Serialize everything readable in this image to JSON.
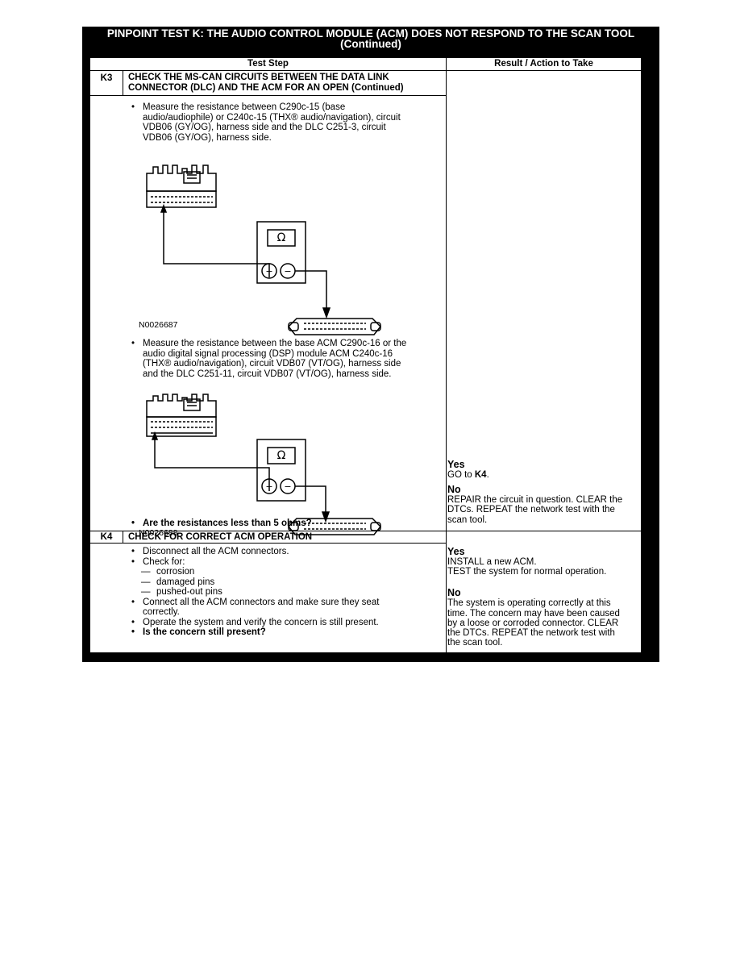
{
  "title": {
    "line1": "PINPOINT TEST  K: THE AUDIO CONTROL MODULE (ACM) DOES NOT RESPOND TO THE SCAN TOOL",
    "line2": "(Continued)"
  },
  "table": {
    "col_test_step": "Test Step",
    "col_result": "Result / Action to Take"
  },
  "k3": {
    "id": "K3",
    "heading1": "CHECK THE MS-CAN CIRCUITS BETWEEN THE DATA LINK",
    "heading2": "CONNECTOR (DLC) AND THE ACM FOR AN OPEN (Continued)",
    "bullet1": [
      "Measure the resistance between C290c-15 (base",
      "audio/audiophile) or C240c-15 (THX® audio/navigation), circuit",
      "VDB06 (GY/OG), harness side and the DLC  C251-3, circuit",
      "VDB06 (GY/OG), harness side."
    ],
    "figure1_label": "N0026687",
    "bullet2": [
      "Measure the resistance between the base ACM C290c-16 or the",
      "audio digital signal processing (DSP) module ACM C240c-16",
      "(THX® audio/navigation), circuit VDB07 (VT/OG), harness  side",
      "and the DLC C251-11, circuit VDB07 (VT/OG), harness side."
    ],
    "figure2_label": "N0026688",
    "question": "Are the resistances less than 5 ohms?",
    "meter_symbol": "Ω",
    "plus": "+",
    "minus": "−",
    "yes_label": "Yes",
    "yes_text_pre": "GO to ",
    "yes_text_ref": "K4",
    "yes_text_post": ".",
    "no_label": "No",
    "no_text": [
      "REPAIR the circuit in question. CLEAR the",
      "DTCs. REPEAT the network test with the",
      "scan tool."
    ]
  },
  "k4": {
    "id": "K4",
    "heading": "CHECK FOR CORRECT ACM OPERATION",
    "steps": {
      "s1": "Disconnect all the ACM connectors.",
      "s2": "Check for:",
      "d1": "corrosion",
      "d2": "damaged pins",
      "d3": "pushed-out pins",
      "s3a": "Connect all the ACM connectors and make sure they seat",
      "s3b": "correctly.",
      "s4": "Operate the system and verify the concern is still present.",
      "s5": "Is the concern still present?"
    },
    "yes_label": "Yes",
    "yes_text": [
      "INSTALL a new ACM.",
      "TEST the system for normal operation."
    ],
    "no_label": "No",
    "no_text": [
      "The system is operating correctly at this",
      "time. The concern may have been caused",
      "by a loose or corroded connector. CLEAR",
      "the DTCs. REPEAT the network test with",
      "the scan tool."
    ]
  }
}
